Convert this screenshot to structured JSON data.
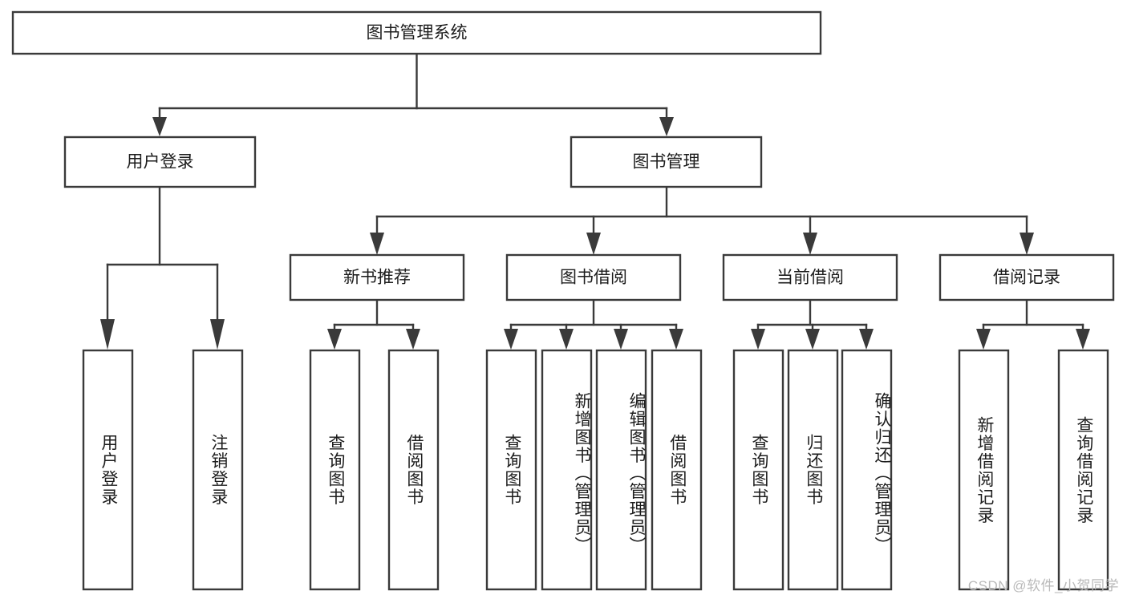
{
  "diagram": {
    "title": "图书管理系统",
    "type": "tree-hierarchy",
    "watermark": "CSDN @软件_小贺同学",
    "colors": {
      "stroke": "#3a3a3a",
      "fill": "#ffffff",
      "text": "#1c1c1c",
      "watermark": "#b9b9b9"
    },
    "levels": {
      "root": {
        "label": "图书管理系统"
      },
      "level2": [
        {
          "label": "用户登录"
        },
        {
          "label": "图书管理"
        }
      ],
      "level3": [
        {
          "label": "新书推荐"
        },
        {
          "label": "图书借阅"
        },
        {
          "label": "当前借阅"
        },
        {
          "label": "借阅记录"
        }
      ]
    },
    "leaves": {
      "user_login": [
        {
          "label": "用户登录"
        },
        {
          "label": "注销登录"
        }
      ],
      "new_book_recommend": [
        {
          "label": "查询图书"
        },
        {
          "label": "借阅图书"
        }
      ],
      "book_borrow": [
        {
          "label": "查询图书"
        },
        {
          "label": "新增图书（管理员）"
        },
        {
          "label": "编辑图书（管理员）"
        },
        {
          "label": "借阅图书"
        }
      ],
      "current_borrow": [
        {
          "label": "查询图书"
        },
        {
          "label": "归还图书"
        },
        {
          "label": "确认归还（管理员）"
        }
      ],
      "borrow_record": [
        {
          "label": "新增借阅记录"
        },
        {
          "label": "查询借阅记录"
        }
      ]
    }
  }
}
